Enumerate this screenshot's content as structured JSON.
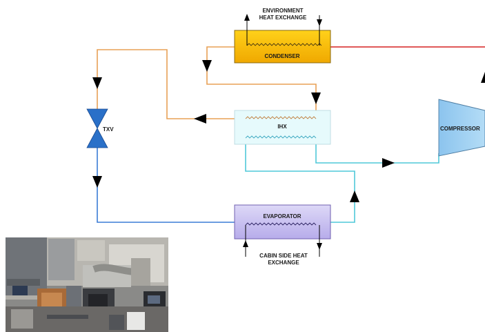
{
  "labels": {
    "environment_top": "ENVIRONMENT",
    "environment_bottom": "HEAT EXCHANGE",
    "condenser": "CONDENSER",
    "ihx": "IHX",
    "txv": "TXV",
    "compressor": "COMPRESSOR",
    "evaporator": "EVAPORATOR",
    "cabin_top": "CABIN SIDE HEAT",
    "cabin_bottom": "EXCHANGE"
  },
  "colors": {
    "high_pressure_liquid": "#e8a055",
    "hot_gas": "#d62020",
    "low_pressure": "#3a7bd5",
    "suction": "#4fc8d8",
    "condenser_fill": "#f5b800",
    "ihx_fill": "#e6fafc",
    "evaporator_fill": "#c8c0ee",
    "compressor_fill": "#9fd0f0",
    "txv_fill": "#2a70c8"
  }
}
